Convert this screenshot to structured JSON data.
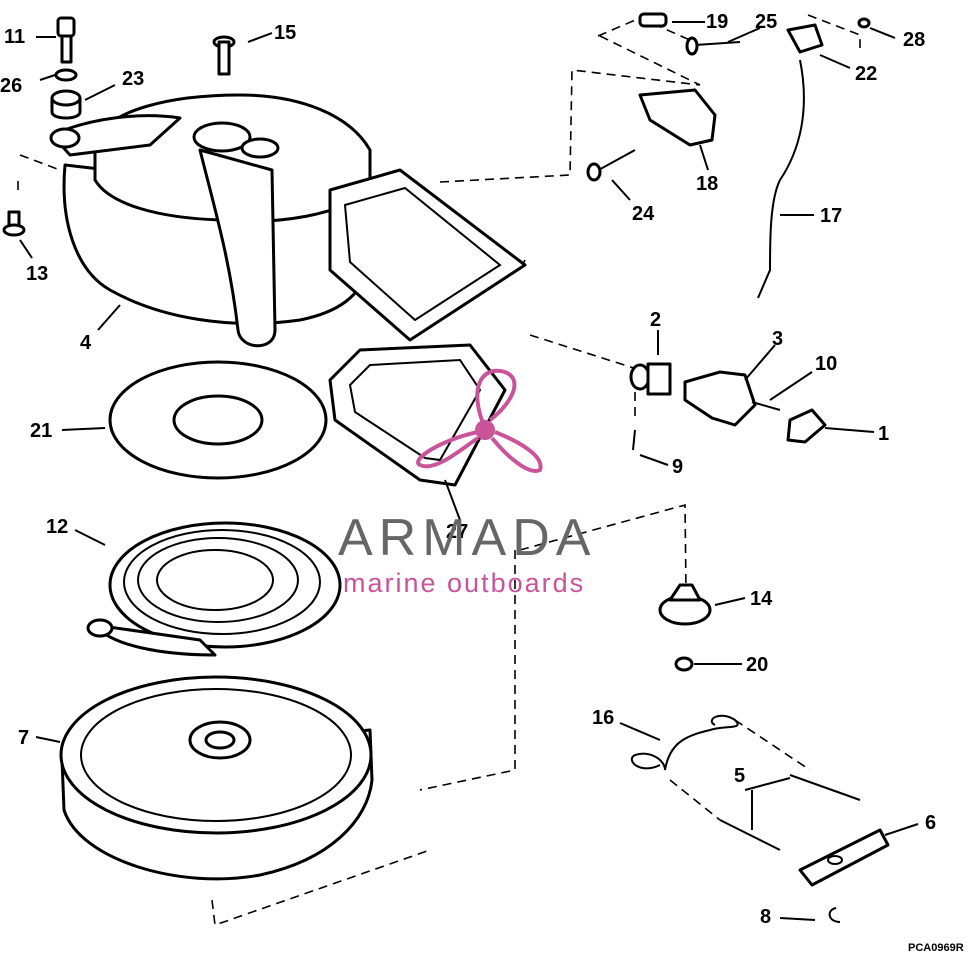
{
  "colors": {
    "ink": "#000000",
    "watermark_text": "#666666",
    "watermark_accent": "#c9549a"
  },
  "callouts": [
    "11",
    "15",
    "19",
    "25",
    "28",
    "26",
    "23",
    "22",
    "13",
    "18",
    "17",
    "24",
    "4",
    "2",
    "3",
    "10",
    "1",
    "21",
    "9",
    "12",
    "27",
    "14",
    "20",
    "7",
    "16",
    "5",
    "6",
    "8"
  ],
  "watermark": {
    "name": "ARMADA",
    "tagline": "marine outboards"
  },
  "figure_code": "PCA0969R"
}
